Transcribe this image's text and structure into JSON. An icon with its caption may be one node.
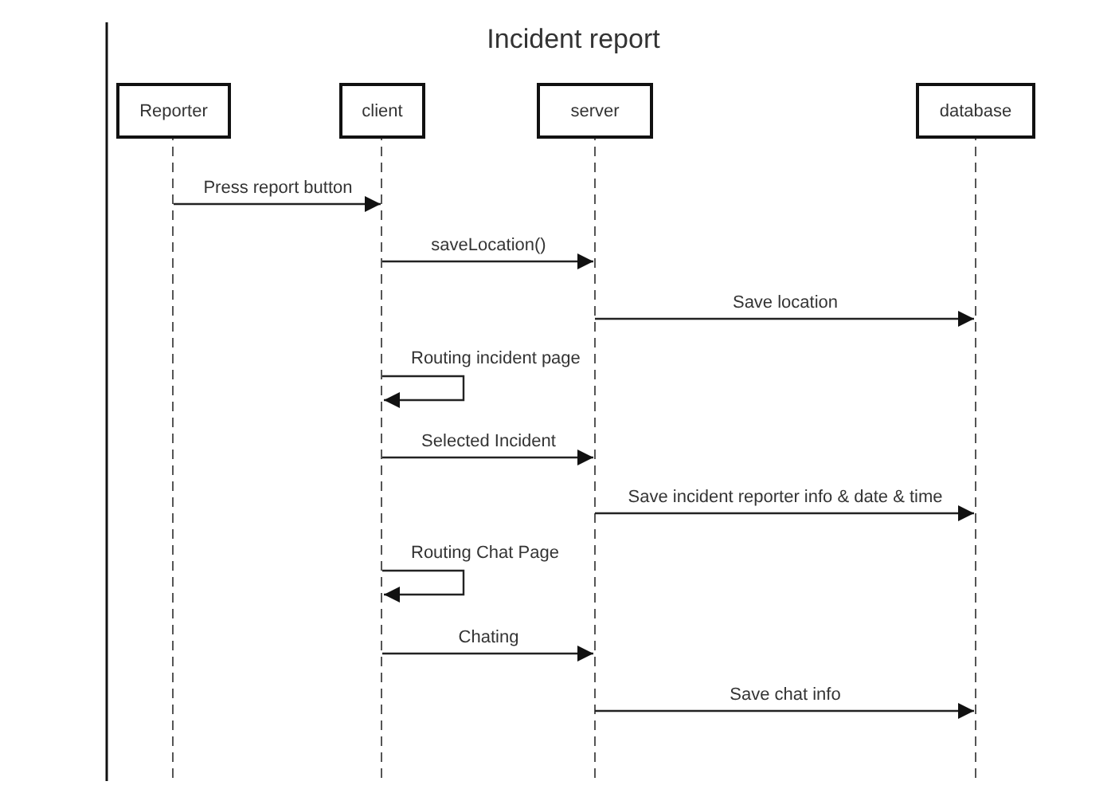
{
  "diagram": {
    "title": "Incident report",
    "nodes": [
      {
        "text": [
          "Reporter"
        ]
      },
      {
        "text": [
          "client"
        ]
      },
      {
        "text": [
          "server"
        ]
      },
      {
        "text": [
          "database"
        ]
      }
    ],
    "edges": [
      {
        "from": 0,
        "to": 1,
        "arrow": "to",
        "label": "Press report button"
      },
      {
        "from": 1,
        "to": 2,
        "arrow": "to",
        "label": "saveLocation()"
      },
      {
        "from": 2,
        "to": 3,
        "arrow": "to",
        "label": "Save location"
      },
      {
        "from": 1,
        "to": 1,
        "arrow": "to",
        "label": "Routing incident page"
      },
      {
        "from": 1,
        "to": 2,
        "arrow": "to",
        "label": "Selected Incident"
      },
      {
        "from": 2,
        "to": 3,
        "arrow": "to",
        "label": "Save incident reporter info & date & time"
      },
      {
        "from": 1,
        "to": 1,
        "arrow": "to",
        "label": "Routing Chat Page"
      },
      {
        "from": 1,
        "to": 2,
        "arrow": "to",
        "label": "Chating"
      },
      {
        "from": 2,
        "to": 3,
        "arrow": "to",
        "label": "Save chat info"
      }
    ]
  }
}
